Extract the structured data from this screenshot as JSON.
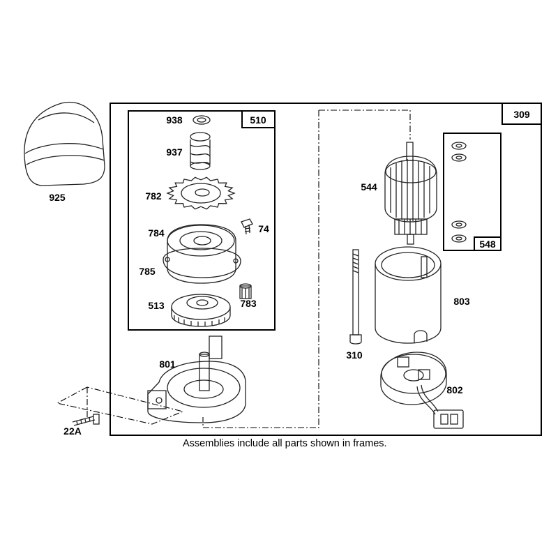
{
  "frames": {
    "main": "309",
    "gear_assembly": "510",
    "brush_kit": "548"
  },
  "parts": {
    "boot": "925",
    "retainer": "938",
    "spring": "937",
    "gear": "782",
    "screw": "74",
    "cover": "784",
    "gasket": "785",
    "ring_gear": "513",
    "pinion": "783",
    "armature": "544",
    "housing": "803",
    "through_bolt": "310",
    "end_cap": "801",
    "brush_plate": "802",
    "mount_screw": "22A"
  },
  "note": "Assemblies include all parts shown in frames."
}
